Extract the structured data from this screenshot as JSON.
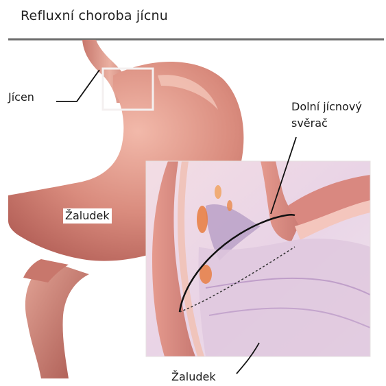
{
  "header": {
    "title": "Refluxní choroba jícnu"
  },
  "labels": {
    "esophagus": "Jícen",
    "sphincter_line1": "Dolní jícnový",
    "sphincter_line2": "svěrač",
    "stomach_main": "Žaludek",
    "stomach_inset": "Žaludek"
  },
  "colors": {
    "stomach": "#d98b7d",
    "stomach_shadow": "#b8615a",
    "inset_bg": "#f5e8ec",
    "mucosa": "#9a7fb0",
    "rule": "#6b6b6b"
  }
}
